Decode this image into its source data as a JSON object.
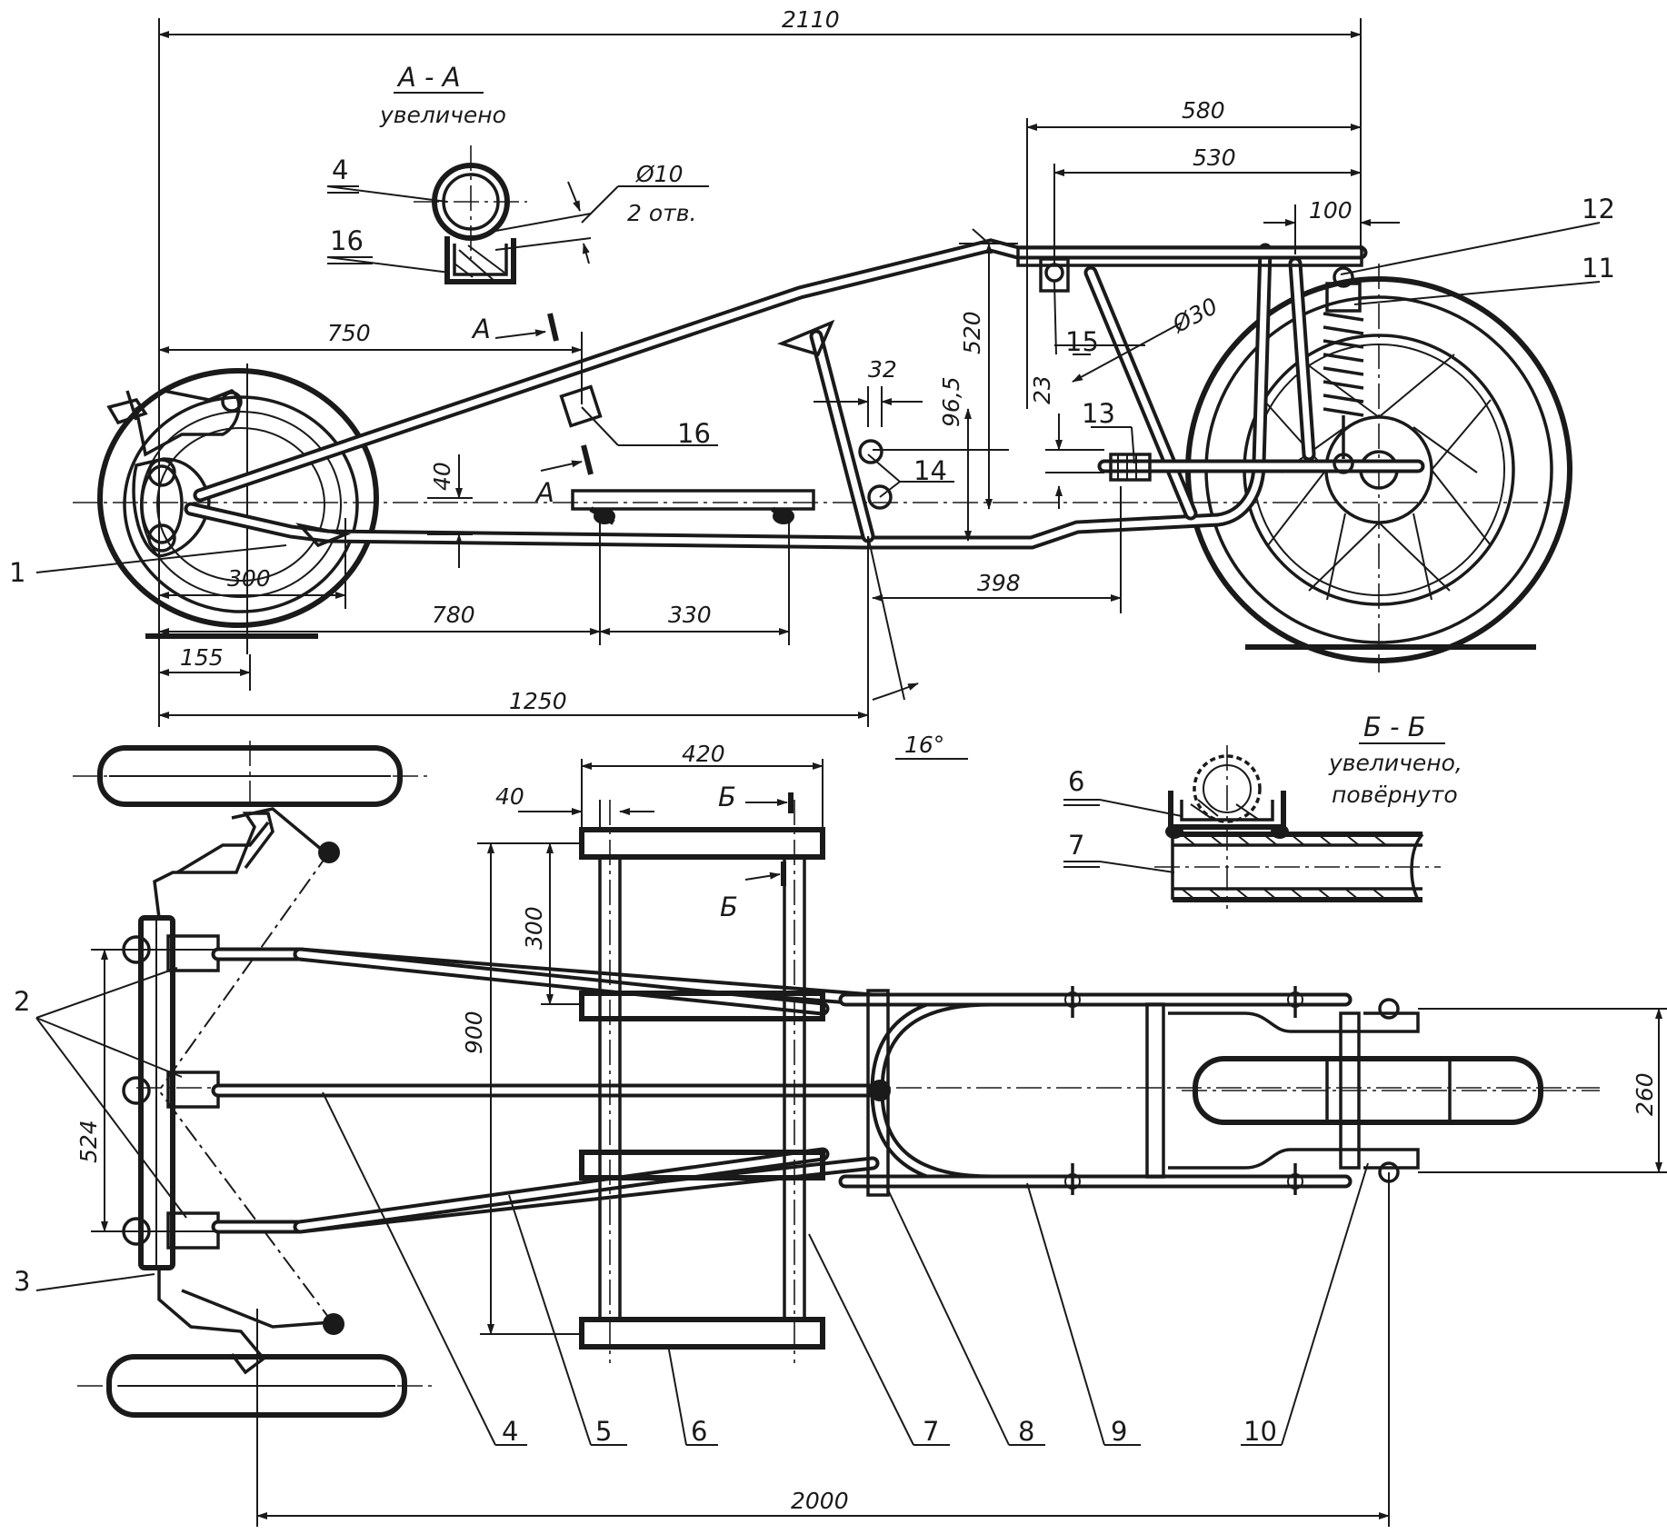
{
  "drawing": {
    "section_aa": {
      "title": "А - А",
      "subtitle": "увеличено",
      "hole_dia": "Ø10",
      "hole_count": "2 отв."
    },
    "section_bb": {
      "title": "Б - Б",
      "subtitle_1": "увеличено,",
      "subtitle_2": "повёрнуто"
    },
    "cut_marks": {
      "a": "А",
      "b": "Б"
    },
    "side_view_dims": {
      "overall_length": "2110",
      "d580": "580",
      "d530": "530",
      "d100": "100",
      "d750": "750",
      "dia30": "Ø30",
      "d520": "520",
      "d32": "32",
      "d96_5": "96,5",
      "d23": "23",
      "d40_side": "40",
      "d300_side": "300",
      "d780": "780",
      "d330": "330",
      "d398": "398",
      "d155": "155",
      "d1250": "1250",
      "angle16": "16°"
    },
    "plan_view_dims": {
      "d420": "420",
      "d40_plan": "40",
      "d300_plan": "300",
      "d900": "900",
      "d524": "524",
      "d260": "260",
      "d2000": "2000"
    },
    "part_labels": {
      "p1": "1",
      "p2": "2",
      "p3": "3",
      "p4": "4",
      "p5": "5",
      "p6": "6",
      "p7": "7",
      "p8": "8",
      "p9": "9",
      "p10": "10",
      "p11": "11",
      "p12": "12",
      "p13": "13",
      "p14": "14",
      "p15": "15",
      "p16": "16"
    }
  }
}
